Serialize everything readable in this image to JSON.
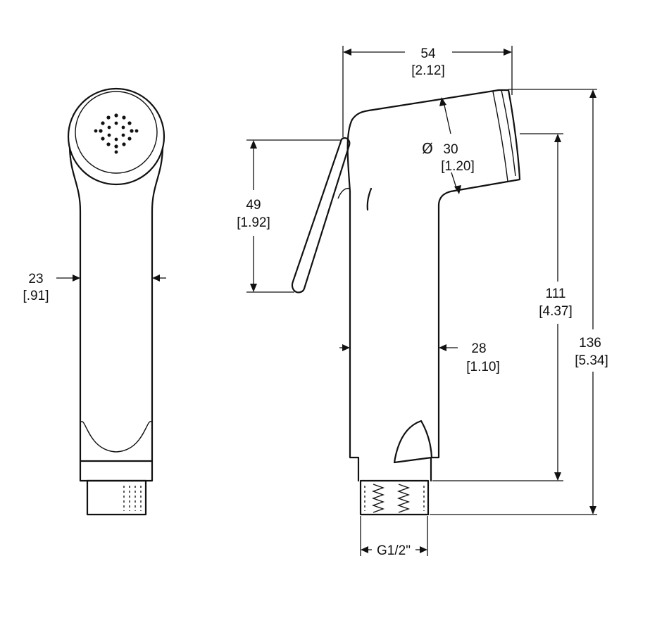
{
  "dimensions": {
    "overall_width": {
      "value": "54",
      "inch": "[2.12]"
    },
    "lever_height": {
      "value": "49",
      "inch": "[1.92]"
    },
    "head_diameter": {
      "symbol": "Ø",
      "value": "30",
      "inch": "[1.20]"
    },
    "front_width": {
      "value": "23",
      "inch": "[.91]"
    },
    "body_width": {
      "value": "28",
      "inch": "[1.10]"
    },
    "body_height": {
      "value": "111",
      "inch": "[4.37]"
    },
    "overall_height": {
      "value": "136",
      "inch": "[5.34]"
    },
    "thread": {
      "value": "G1/2\""
    }
  },
  "colors": {
    "line": "#111111",
    "background": "#ffffff"
  }
}
